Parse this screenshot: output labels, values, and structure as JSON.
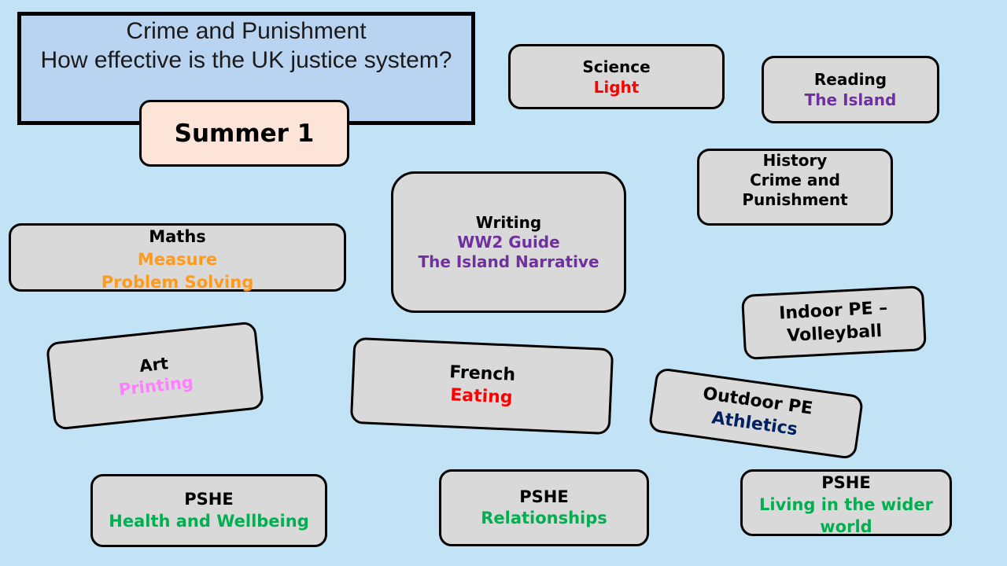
{
  "title": {
    "line1": "Crime and Punishment",
    "line2": "How effective is the UK justice system?"
  },
  "term": "Summer 1",
  "subjects": {
    "science": {
      "name": "Science",
      "topic": "Light"
    },
    "reading": {
      "name": "Reading",
      "topic": "The Island"
    },
    "history": {
      "name": "History",
      "topic_line1": "Crime and",
      "topic_line2": "Punishment"
    },
    "writing": {
      "name": "Writing",
      "topic_line1": "WW2 Guide",
      "topic_line2": "The Island Narrative"
    },
    "maths": {
      "name": "Maths",
      "topic_line1": "Measure",
      "topic_line2": "Problem Solving"
    },
    "indoor_pe": {
      "line1": "Indoor PE –",
      "line2": "Volleyball"
    },
    "art": {
      "name": "Art",
      "topic": "Printing"
    },
    "french": {
      "name": "French",
      "topic": "Eating"
    },
    "outdoor_pe": {
      "name": "Outdoor PE",
      "topic": "Athletics"
    },
    "pshe_health": {
      "name": "PSHE",
      "topic": "Health and Wellbeing"
    },
    "pshe_relationships": {
      "name": "PSHE",
      "topic": "Relationships"
    },
    "pshe_wider": {
      "name": "PSHE",
      "topic_line1": "Living in the wider",
      "topic_line2": "world"
    }
  },
  "colors": {
    "background": "#c2e3f5",
    "title_box": "#b8d4f0",
    "term_box": "#fce4d8",
    "subject_box": "#d9d9d9",
    "purple": "#7030a0",
    "orange": "#ff9a1a",
    "red": "#ff0000",
    "pink": "#ff80ff",
    "green": "#00b050",
    "navy": "#002060"
  }
}
